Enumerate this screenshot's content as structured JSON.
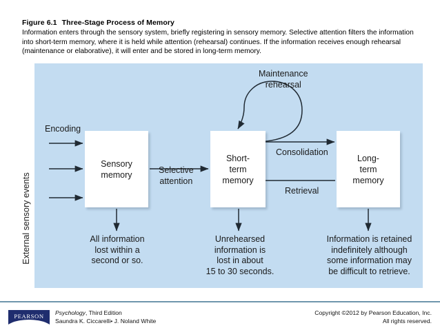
{
  "caption": {
    "figure_number": "Figure 6.1",
    "title": "Three-Stage Process of Memory",
    "body": "Information enters through the sensory system, briefly registering in sensory memory. Selective attention filters the information into short-term memory, where it is held while attention (rehearsal) continues. If the information receives enough rehearsal (maintenance or elaborative), it will enter and be stored in long-term memory."
  },
  "diagram": {
    "panel_color": "#c3dcf1",
    "box_color": "#ffffff",
    "axis_label": "External sensory events",
    "boxes": [
      {
        "id": "sensory",
        "label": "Sensory\nmemory"
      },
      {
        "id": "short-term",
        "label": "Short-\nterm\nmemory"
      },
      {
        "id": "long-term",
        "label": "Long-\nterm\nmemory"
      }
    ],
    "arrow_labels": {
      "encoding": "Encoding",
      "selective_attention": "Selective\nattention",
      "maintenance_rehearsal": "Maintenance\nrehearsal",
      "consolidation": "Consolidation",
      "retrieval": "Retrieval"
    },
    "notes": [
      "All information\nlost within a\nsecond or so.",
      "Unrehearsed\ninformation is\nlost in about\n15 to 30 seconds.",
      "Information is retained\nindefinitely although\nsome information may\nbe difficult to retrieve."
    ]
  },
  "footer": {
    "logo_text": "PEARSON",
    "book_title": "Psychology",
    "book_edition": ", Third Edition",
    "authors": "Saundra K. Ciccarelli• J. Noland White",
    "copyright_line1": "Copyright ©2012 by Pearson Education, Inc.",
    "copyright_line2": "All rights reserved."
  }
}
